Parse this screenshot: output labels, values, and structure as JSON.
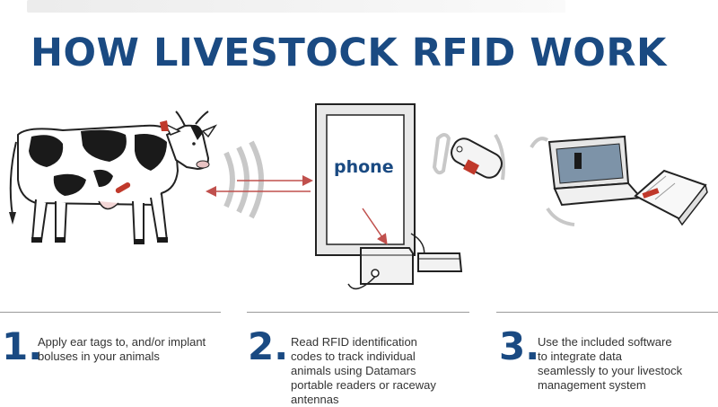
{
  "title": "HOW LIVESTOCK RFID WORK",
  "device_label": "phone",
  "steps": [
    {
      "number": "1.",
      "text_lines": [
        "Apply ear tags to, and/or implant",
        "boluses in your animals"
      ]
    },
    {
      "number": "2.",
      "text_lines": [
        "Read RFID identification",
        "codes to track individual",
        "animals using Datamars",
        "portable readers or raceway",
        "antennas"
      ]
    },
    {
      "number": "3.",
      "text_lines": [
        "Use the included software",
        "to integrate data",
        "seamlessly to your livestock",
        "management system"
      ]
    }
  ],
  "colors": {
    "title": "#1a4a82",
    "arrow": "#c0504d",
    "tag": "#c0392b",
    "text": "#333333"
  },
  "icons": [
    "cow-icon",
    "rfid-signal-icon",
    "bidirectional-arrow-icon",
    "reader-monitor-icon",
    "reader-base-icon",
    "handheld-reader-icon",
    "laptop-icon",
    "notebook-icon"
  ]
}
